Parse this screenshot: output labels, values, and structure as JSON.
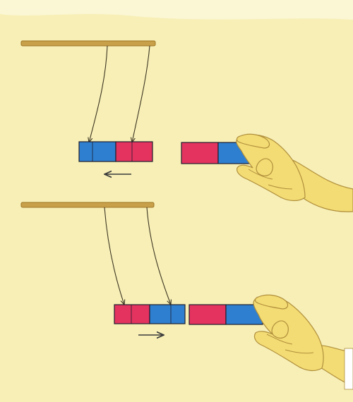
{
  "colors": {
    "paper": "#f7efb6",
    "paper_light": "#fbf6d3",
    "rod": "#c9a04a",
    "rod_edge": "#9c7423",
    "thread": "#3d3522",
    "north_red": "#e4335f",
    "south_blue": "#2f7fd0",
    "magnet_edge": "#1f1f2e",
    "arrow": "#3a3a3a",
    "skin": "#f4dc74",
    "skin_edge": "#b08f3c",
    "sleeve": "#ffffff"
  },
  "panels": [
    {
      "id": "repel",
      "suspended_magnet": [
        "south-blue",
        "north-red"
      ],
      "handheld_magnet": [
        "north-red",
        "south-blue"
      ],
      "motion": "left"
    },
    {
      "id": "attract",
      "suspended_magnet": [
        "north-red",
        "south-blue"
      ],
      "handheld_magnet": [
        "north-red",
        "south-blue"
      ],
      "motion": "right"
    }
  ]
}
